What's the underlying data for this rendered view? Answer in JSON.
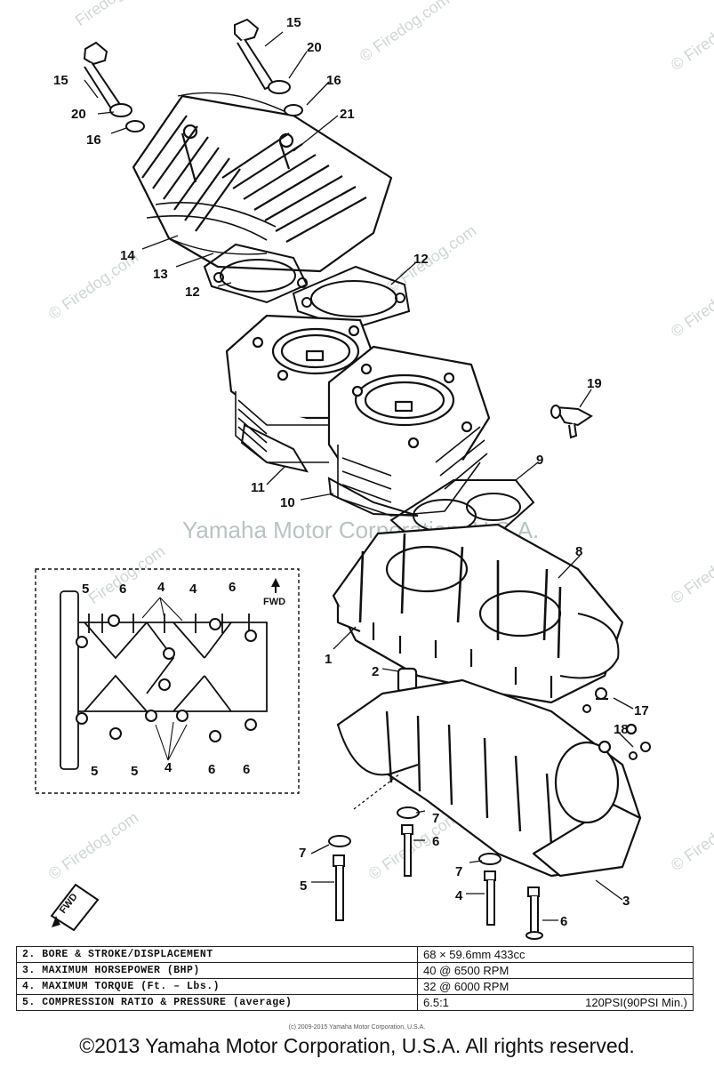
{
  "watermarks": {
    "site": "© Firedog.com",
    "site_plain": "Firedog.com",
    "center": "Yamaha Motor Corporation, U.S.A."
  },
  "callouts": [
    "15",
    "15",
    "20",
    "20",
    "16",
    "16",
    "21",
    "14",
    "13",
    "12",
    "12",
    "19",
    "9",
    "11",
    "10",
    "8",
    "1",
    "2",
    "17",
    "18",
    "7",
    "7",
    "7",
    "6",
    "6",
    "5",
    "4",
    "3"
  ],
  "inset": {
    "fwd_label": "FWD",
    "top_numbers": [
      "5",
      "6",
      "4",
      "4",
      "6"
    ],
    "bottom_numbers": [
      "5",
      "5",
      "4",
      "6",
      "6"
    ],
    "fwd_arrow_label": "FWD"
  },
  "specs": {
    "rows": [
      {
        "label": "2.  BORE & STROKE/DISPLACEMENT",
        "value": "68 × 59.6mm 433cc",
        "extra": ""
      },
      {
        "label": "3.  MAXIMUM HORSEPOWER (BHP)",
        "value": "40 @ 6500 RPM",
        "extra": ""
      },
      {
        "label": "4.  MAXIMUM TORQUE (Ft. – Lbs.)",
        "value": "32 @ 6000 RPM",
        "extra": ""
      },
      {
        "label": "5.  COMPRESSION RATIO & PRESSURE (average)",
        "value": "6.5:1",
        "extra": "120PSI(90PSI Min.)"
      }
    ]
  },
  "small_copyright": "(c) 2009-2015 Yamaha Motor Corporation, U.S.A.",
  "copyright": "©2013 Yamaha Motor Corporation, U.S.A. All rights reserved.",
  "colors": {
    "ink": "#111111",
    "watermark": "#cfd6d6"
  }
}
